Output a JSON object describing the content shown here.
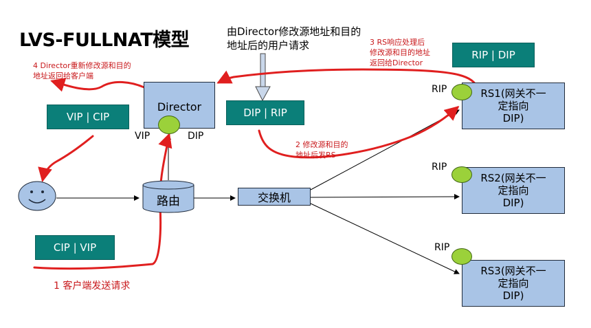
{
  "title": "LVS-FULLNAT模型",
  "note": "由Director修改源地址和目的\n地址后的用户请求",
  "director": {
    "label": "Director",
    "vip": "VIP",
    "dip": "DIP"
  },
  "boxes": {
    "rip_dip": "RIP | DIP",
    "vip_cip": "VIP | CIP",
    "dip_rip": "DIP | RIP",
    "cip_vip": "CIP | VIP"
  },
  "router": "路由",
  "switch": "交换机",
  "servers": [
    {
      "name": "RS1(网关不一\n定指向\nDIP)",
      "rip": "RIP"
    },
    {
      "name": "RS2(网关不一\n定指向\nDIP)",
      "rip": "RIP"
    },
    {
      "name": "RS3(网关不一\n定指向\nDIP)",
      "rip": "RIP"
    }
  ],
  "steps": {
    "s1": "1 客户端发送请求",
    "s2": "2 修改源和目的\n地址后发RS",
    "s3": "3 RS响应处理后\n修改源和目的地址\n返回给Director",
    "s4": "4 Director重新修改源和目的\n地址返回给客户端"
  },
  "colors": {
    "teal": "#0b7f79",
    "blue": "#a9c4e6",
    "green": "#9bd13a",
    "red": "#e01f1f"
  }
}
